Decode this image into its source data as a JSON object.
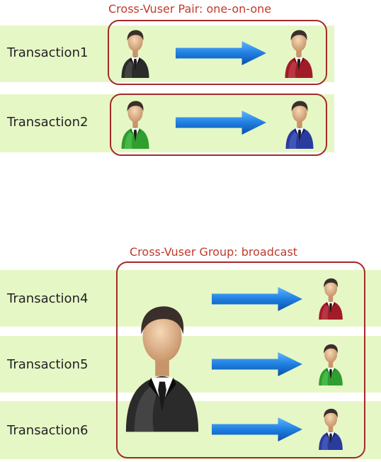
{
  "pair_section": {
    "caption": "Cross-Vuser Pair:  one-on-one",
    "transactions": [
      {
        "label": "Transaction1",
        "sender_color": "#2b2b2b",
        "receiver_color": "#a01c28"
      },
      {
        "label": "Transaction2",
        "sender_color": "#2e9e2e",
        "receiver_color": "#2a3b9e"
      }
    ]
  },
  "group_section": {
    "caption": "Cross-Vuser Group: broadcast",
    "broadcaster_color": "#2b2b2b",
    "transactions": [
      {
        "label": "Transaction4",
        "receiver_color": "#a01c28"
      },
      {
        "label": "Transaction5",
        "receiver_color": "#2e9e2e"
      },
      {
        "label": "Transaction6",
        "receiver_color": "#2a3b9e"
      }
    ]
  },
  "colors": {
    "row_background": "#e6f7c6",
    "frame_border": "#a52a2a",
    "caption_text": "#c0392b",
    "arrow_blue": "#1f7fe0"
  },
  "icons": {
    "person": "user-figure-icon",
    "arrow": "right-arrow-icon"
  }
}
